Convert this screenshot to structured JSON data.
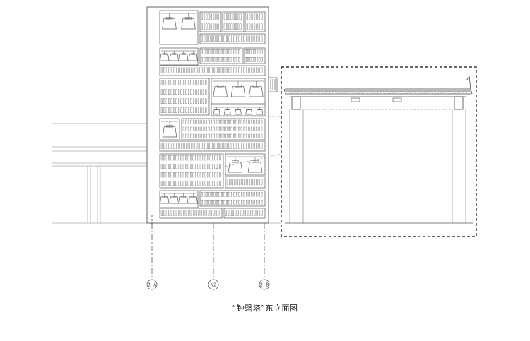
{
  "caption": "“钟磬塔”东立面图",
  "grid_axes": [
    {
      "label": "2-A"
    },
    {
      "label": "N2"
    },
    {
      "label": "2-B"
    }
  ],
  "colors": {
    "line": "#555555",
    "light_line": "#999999",
    "dash": "#333333"
  }
}
